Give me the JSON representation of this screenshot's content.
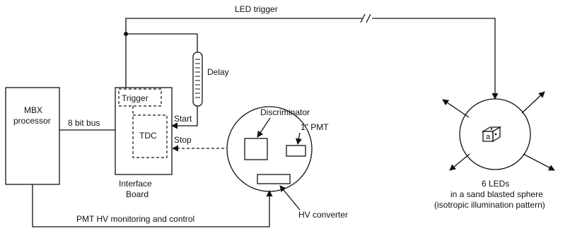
{
  "labels": {
    "led_trigger": "LED trigger",
    "delay": "Delay",
    "mbx_line1": "MBX",
    "mbx_line2": "processor",
    "bus": "8 bit bus",
    "trigger": "Trigger",
    "tdc": "TDC",
    "start": "Start",
    "stop": "Stop",
    "interface_line1": "Interface",
    "interface_line2": "Board",
    "discriminator": "Discriminator",
    "pmt": "1\" PMT",
    "hv_converter": "HV converter",
    "hv_link": "PMT HV monitoring and control",
    "led_line1": "6 LEDs",
    "led_line2": "in a sand blasted sphere",
    "led_line3": "(isotropic illumination pattern)",
    "die_mark": "a"
  }
}
